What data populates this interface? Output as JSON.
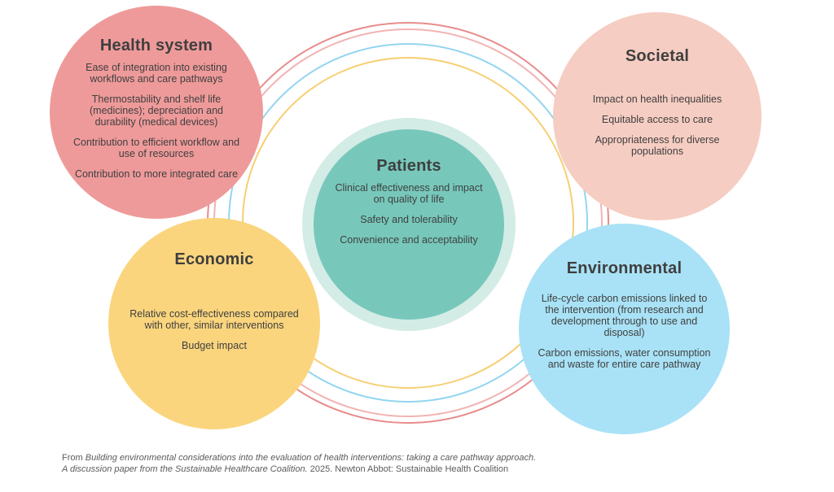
{
  "colors": {
    "health_system": "#ef9a9a",
    "societal": "#f6cdc2",
    "patients": "#77c8bb",
    "patients_halo": "#d3ece6",
    "economic": "#fad57d",
    "environmental": "#a9e2f6",
    "ring_red": "#e88c8c",
    "ring_pink": "#f2b3b3",
    "ring_blue": "#93d5f0",
    "ring_yellow": "#f6cf73"
  },
  "health_system": {
    "title": "Health system",
    "items": [
      "Ease of integration into existing workflows and care pathways",
      "Thermostability and shelf life (medicines); depreciation and durability (medical devices)",
      "Contribution to efficient workflow and use of resources",
      "Contribution to more integrated care"
    ]
  },
  "societal": {
    "title": "Societal",
    "items": [
      "Impact on health inequalities",
      "Equitable access to care",
      "Appropriateness for diverse populations"
    ]
  },
  "patients": {
    "title": "Patients",
    "items": [
      "Clinical effectiveness and impact on quality of life",
      "Safety and tolerability",
      "Convenience and acceptability"
    ]
  },
  "economic": {
    "title": "Economic",
    "items": [
      "Relative cost-effectiveness compared with other, similar interventions",
      "Budget impact"
    ]
  },
  "environmental": {
    "title": "Environmental",
    "items": [
      "Life-cycle carbon emissions linked to the intervention (from research and development through to use and disposal)",
      "Carbon emissions, water consumption and waste for entire care pathway"
    ]
  },
  "caption": {
    "prefix": "From ",
    "title": "Building environmental considerations into the evaluation of health interventions: taking a care pathway approach.",
    "subtitle": "A discussion paper from the Sustainable Healthcare Coalition.",
    "suffix": " 2025. Newton Abbot: Sustainable Health Coalition"
  }
}
